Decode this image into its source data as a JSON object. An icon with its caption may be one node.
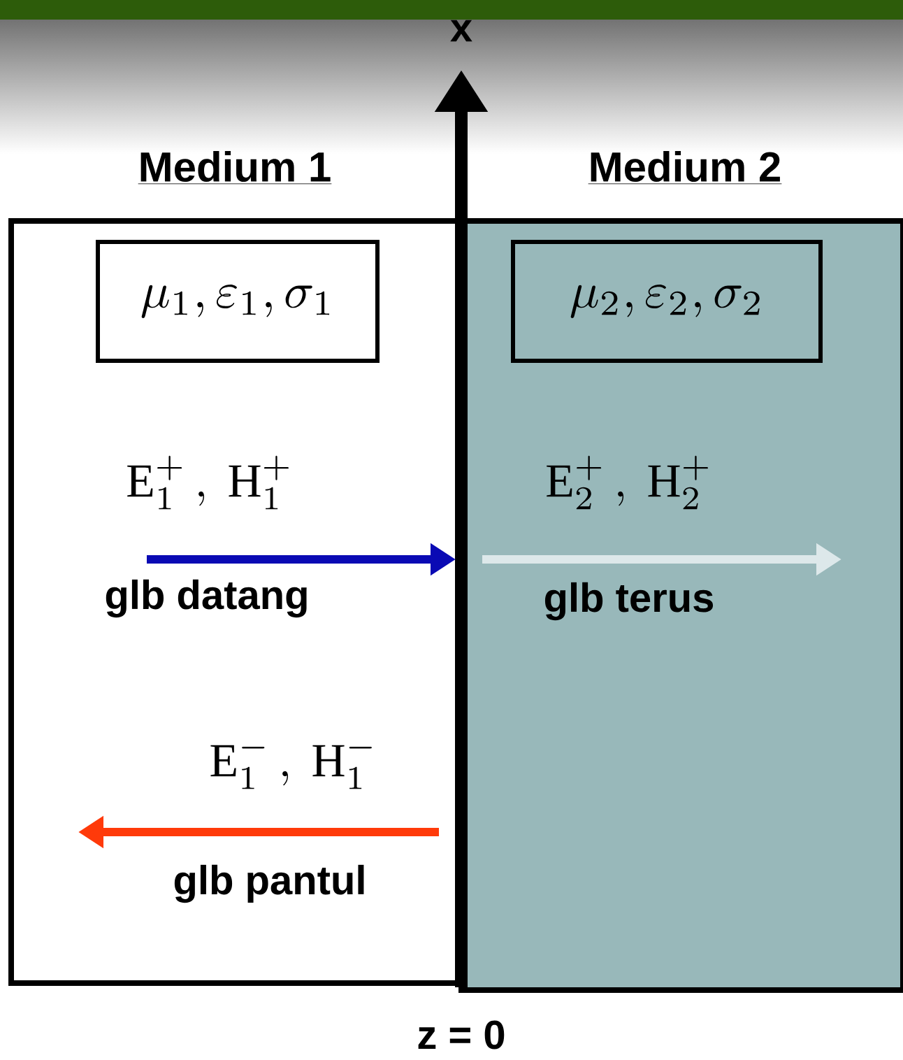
{
  "diagram": {
    "nodes": [
      {
        "text": [
          "Medium 1"
        ]
      },
      {
        "text": [
          "Medium 2"
        ]
      },
      {
        "text": [
          "\\mu_1 , \\varepsilon_1 , \\sigma_1"
        ],
        "in": 0
      },
      {
        "text": [
          "\\mu_2 , \\varepsilon_2 , \\sigma_2"
        ],
        "in": 1
      }
    ],
    "labels": [
      "x",
      "\\mathrm{E}_1^+ \\, , \\ \\mathrm{H}_1^+",
      "glb datang",
      "\\mathrm{E}_2^+ \\, , \\ \\mathrm{H}_2^+",
      "glb terus",
      "\\mathrm{E}_1^- \\, , \\ \\mathrm{H}_1^-",
      "glb pantul",
      "z = 0"
    ]
  }
}
